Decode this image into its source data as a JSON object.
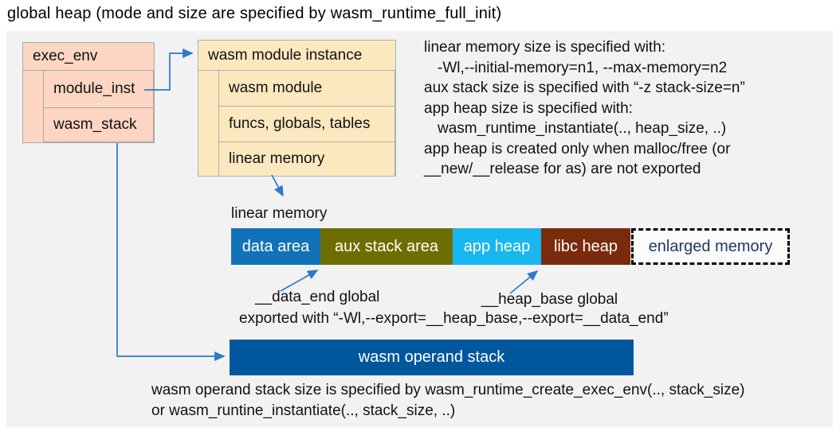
{
  "title": "global heap (mode and size are specified by wasm_runtime_full_init)",
  "exec_env_box": {
    "header": "exec_env",
    "rows": [
      "module_inst",
      "wasm_stack"
    ]
  },
  "module_instance_box": {
    "header": "wasm module instance",
    "rows": [
      "wasm module",
      "funcs, globals, tables",
      "linear memory"
    ]
  },
  "notes_right": {
    "lines": [
      "linear memory size is specified with:",
      "-Wl,--initial-memory=n1, --max-memory=n2",
      "aux stack size is specified with “-z stack-size=n”",
      "app heap size is specified with:",
      "wasm_runtime_instantiate(.., heap_size, ..)",
      "app heap is created only when malloc/free (or",
      "__new/__release for as) are not exported"
    ]
  },
  "linear_memory": {
    "label": "linear memory",
    "segments": [
      {
        "label": "data area",
        "color": "#1272b7"
      },
      {
        "label": "aux stack area",
        "color": "#6e6e00"
      },
      {
        "label": "app heap",
        "color": "#18b7f0"
      },
      {
        "label": "libc heap",
        "color": "#7a2a0d"
      },
      {
        "label": "enlarged memory",
        "color": "dashed-outline"
      }
    ]
  },
  "annotations": {
    "data_end": "__data_end global",
    "heap_base": "__heap_base global",
    "exported": "exported with “-Wl,--export=__heap_base,--export=__data_end”"
  },
  "operand_stack": {
    "label": "wasm operand stack"
  },
  "notes_bottom": {
    "lines": [
      "wasm operand stack size is specified by wasm_runtime_create_exec_env(.., stack_size)",
      "or wasm_runtine_instantiate(.., stack_size, ..)"
    ]
  },
  "colors": {
    "panel_bg": "#f2f2f2",
    "salmon_fill": "#fcd6c2",
    "salmon_border": "#a9a9a9",
    "cream_fill": "#fbe8bf",
    "cream_border": "#b0b0b0",
    "data_area": "#1272b7",
    "aux_stack": "#6e6e00",
    "app_heap": "#18b7f0",
    "libc_heap": "#7a2a0d",
    "operand_stack": "#00579d",
    "arrow_blue": "#2e79c8",
    "enlarged_text": "#1f3a67"
  }
}
